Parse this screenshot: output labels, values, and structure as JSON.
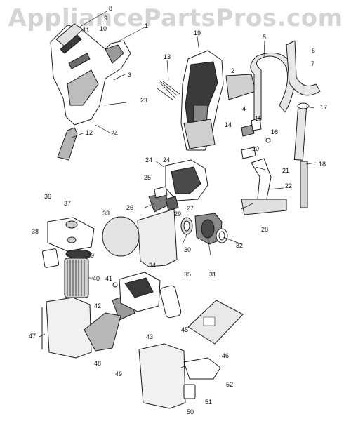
{
  "watermark": "AppliancePartsPros.com",
  "callouts": [
    "1",
    "2",
    "3",
    "4",
    "5",
    "6",
    "7",
    "8",
    "9",
    "10",
    "11",
    "12",
    "13",
    "14",
    "15",
    "16",
    "17",
    "18",
    "19",
    "20",
    "21",
    "22",
    "23",
    "24",
    "24",
    "24",
    "25",
    "26",
    "27",
    "28",
    "29",
    "30",
    "31",
    "32",
    "33",
    "34",
    "35",
    "36",
    "37",
    "38",
    "39",
    "40",
    "41",
    "42",
    "43",
    "45",
    "46",
    "47",
    "48",
    "49",
    "50",
    "51",
    "52"
  ],
  "colors": {
    "line": "#1a1a1a",
    "fill": "#ffffff",
    "shade": "#9a9a9a",
    "dark": "#3a3a3a",
    "watermark": "#d4d4d4"
  }
}
